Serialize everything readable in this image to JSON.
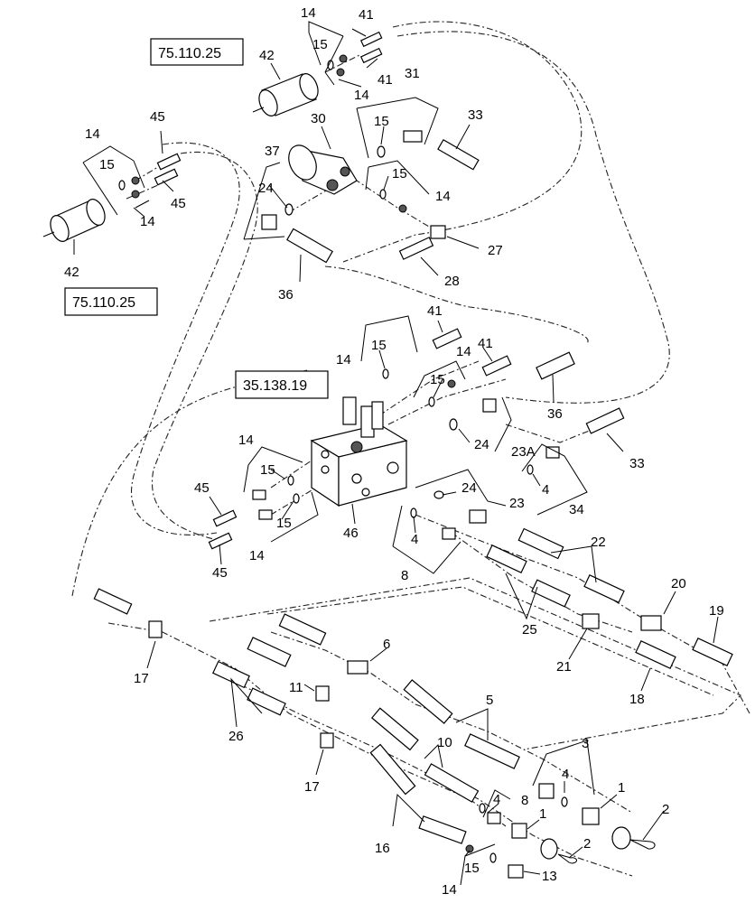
{
  "diagram": {
    "ref_boxes": {
      "ref_top": "75.110.25",
      "ref_left": "75.110.25",
      "ref_valve": "35.138.19"
    },
    "labels": {
      "l14a": "14",
      "l41a": "41",
      "l15a": "15",
      "l42a": "42",
      "l41b": "41",
      "l14b": "14",
      "l31": "31",
      "l45a": "45",
      "l14c": "14",
      "l30": "30",
      "l15b": "15",
      "l33a": "33",
      "l15c": "15",
      "l37": "37",
      "l15d": "15",
      "l14d": "14",
      "l24a": "24",
      "l45b": "45",
      "l14e": "14",
      "l27": "27",
      "l42b": "42",
      "l36a": "36",
      "l28": "28",
      "l41c": "41",
      "l14f": "14",
      "l15e": "15",
      "l14g": "14",
      "l41d": "41",
      "l15f": "15",
      "l36b": "36",
      "l24b": "24",
      "l23A": "23A",
      "l33b": "33",
      "l14h": "14",
      "l15g": "15",
      "l24c": "24",
      "l4a": "4",
      "l23": "23",
      "l45c": "45",
      "l15h": "15",
      "l34": "34",
      "l46": "46",
      "l4b": "4",
      "l14i": "14",
      "l45d": "45",
      "l8a": "8",
      "l22": "22",
      "l25": "25",
      "l20": "20",
      "l19": "19",
      "l6": "6",
      "l21": "21",
      "l17a": "17",
      "l18": "18",
      "l11": "11",
      "l5": "5",
      "l26": "26",
      "l10": "10",
      "l3": "3",
      "l17b": "17",
      "l4c": "4",
      "l4d": "4",
      "l8b": "8",
      "l1a": "1",
      "l1b": "1",
      "l2a": "2",
      "l16": "16",
      "l2b": "2",
      "l15i": "15",
      "l14j": "14",
      "l13": "13"
    }
  }
}
